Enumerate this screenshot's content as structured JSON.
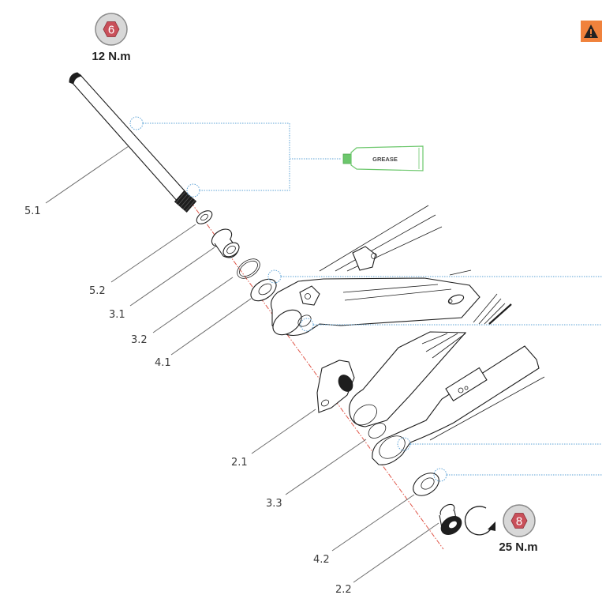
{
  "diagram": {
    "type": "exploded-assembly",
    "subject": "rear axle / pivot assembly",
    "warning_icon": "warning-triangle-icon",
    "warning_color": "#f0823c",
    "axis_color": "#e0574a",
    "grease_link_color": "#5ea3d6",
    "torque_specs": [
      {
        "id": "axle",
        "tool_size": "6",
        "value": "12 N.m",
        "tool_icon": "hex-key-icon",
        "tool_color": "#c9505a"
      },
      {
        "id": "pivot-bolt",
        "tool_size": "8",
        "value": "25 N.m",
        "tool_icon": "hex-key-icon",
        "tool_color": "#c9505a",
        "rotation_icon": "clockwise-arrow-icon"
      }
    ],
    "grease": {
      "label": "GREASE",
      "icon": "grease-tube-icon",
      "color": "#6cc76c"
    },
    "callouts": [
      {
        "id": "5.1",
        "label": "5.1"
      },
      {
        "id": "5.2",
        "label": "5.2"
      },
      {
        "id": "3.1",
        "label": "3.1"
      },
      {
        "id": "3.2",
        "label": "3.2"
      },
      {
        "id": "4.1",
        "label": "4.1"
      },
      {
        "id": "2.1",
        "label": "2.1"
      },
      {
        "id": "3.3",
        "label": "3.3"
      },
      {
        "id": "4.2",
        "label": "4.2"
      },
      {
        "id": "2.2",
        "label": "2.2"
      }
    ]
  }
}
